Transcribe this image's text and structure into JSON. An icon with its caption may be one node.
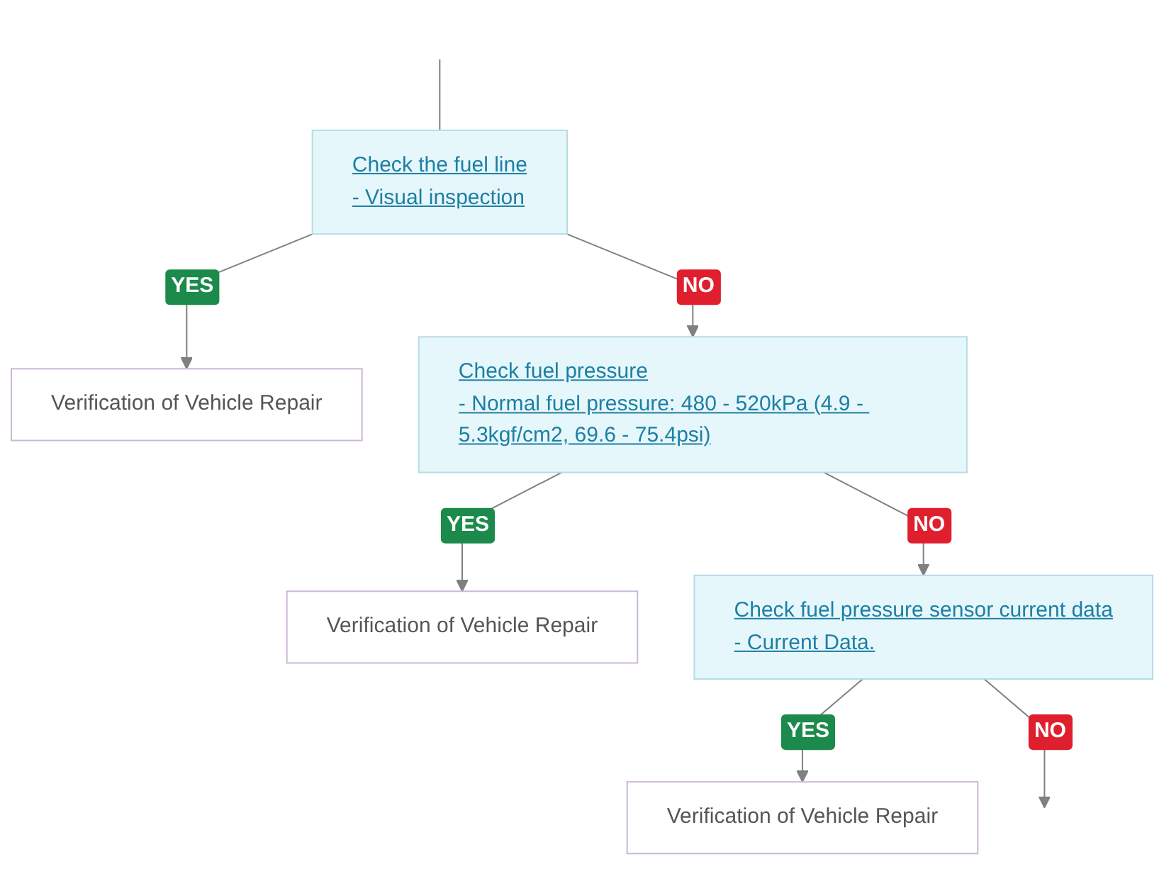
{
  "diagram": {
    "nodes": [
      {
        "text": [
          "Check the fuel line",
          "- Visual inspection"
        ]
      },
      {
        "text": [
          "Verification of Vehicle Repair"
        ]
      },
      {
        "text": [
          "Check fuel pressure",
          "- Normal fuel pressure: 480 - 520kPa (4.9 - 5.3kgf/cm2, 69.6 - 75.4psi)"
        ]
      },
      {
        "text": [
          "Verification of Vehicle Repair"
        ]
      },
      {
        "text": [
          "Check fuel pressure sensor current data",
          "- Current Data."
        ]
      },
      {
        "text": [
          "Verification of Vehicle Repair"
        ]
      }
    ],
    "edges": [
      {
        "from": null,
        "to": 0,
        "arrow": "none"
      },
      {
        "from": 0,
        "to": 1,
        "arrow": "to",
        "label": "YES"
      },
      {
        "from": 0,
        "to": 2,
        "arrow": "to",
        "label": "NO"
      },
      {
        "from": 2,
        "to": 3,
        "arrow": "to",
        "label": "YES"
      },
      {
        "from": 2,
        "to": 4,
        "arrow": "to",
        "label": "NO"
      },
      {
        "from": 4,
        "to": 5,
        "arrow": "to",
        "label": "YES"
      },
      {
        "from": 4,
        "to": null,
        "arrow": "to",
        "label": "NO"
      }
    ]
  }
}
